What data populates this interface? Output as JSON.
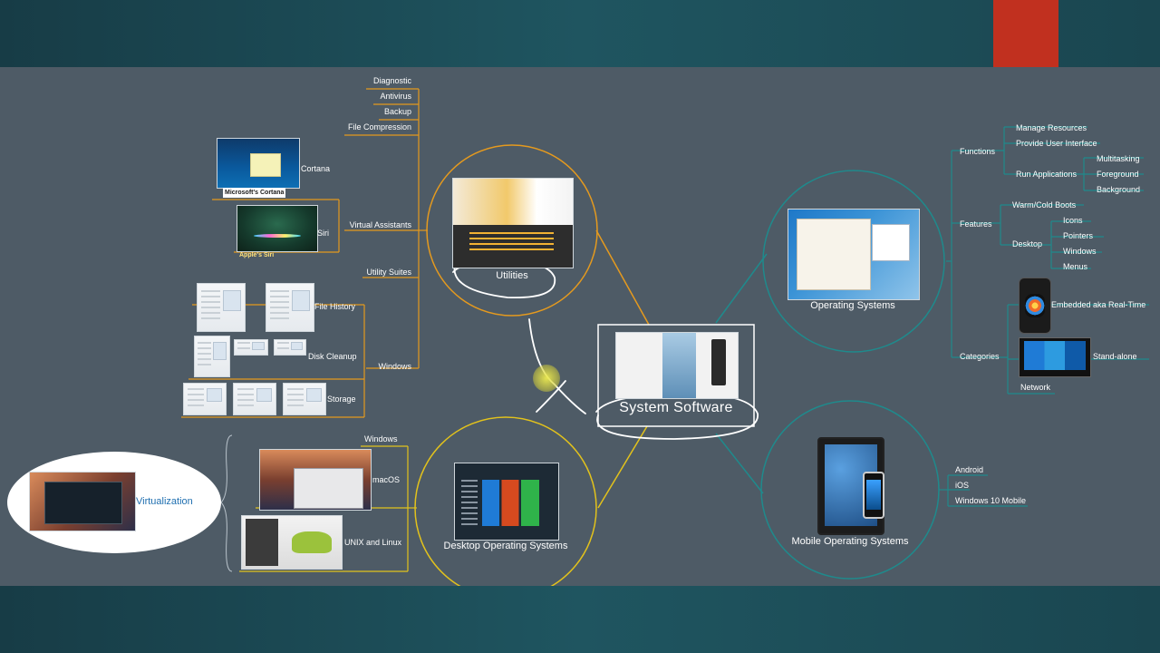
{
  "colors": {
    "background": "#4e5b66",
    "band": "#1b4650",
    "accent": "#c1301f",
    "utilities_branch": "#e59a1e",
    "os_branch": "#1f8a8c",
    "desktop_branch": "#e2c21c",
    "text": "#ffffff"
  },
  "central": {
    "label": "System Software"
  },
  "utilities": {
    "label": "Utilities",
    "children": {
      "diagnostic": "Diagnostic",
      "antivirus": "Antivirus",
      "backup": "Backup",
      "file_compression": "File Compression",
      "utility_suites": "Utility Suites",
      "virtual_assistants": {
        "label": "Virtual Assistants",
        "cortana": "Cortana",
        "cortana_caption": "Microsoft's Cortana",
        "siri": "Siri",
        "siri_caption": "Apple's Siri"
      },
      "windows": {
        "label": "Windows",
        "file_history": "File History",
        "disk_cleanup": "Disk Cleanup",
        "storage": "Storage"
      }
    }
  },
  "operating_systems": {
    "label": "Operating Systems",
    "functions": {
      "label": "Functions",
      "manage_resources": "Manage Resources",
      "provide_user_interface": "Provide User Interface",
      "run_applications": {
        "label": "Run Applications",
        "multitasking": "Multitasking",
        "foreground": "Foreground",
        "background": "Background"
      }
    },
    "features": {
      "label": "Features",
      "warm_cold_boots": "Warm/Cold Boots",
      "desktop": {
        "label": "Desktop",
        "icons": "Icons",
        "pointers": "Pointers",
        "windows": "Windows",
        "menus": "Menus"
      }
    },
    "categories": {
      "label": "Categories",
      "embedded": "Embedded aka Real-Time",
      "stand_alone": "Stand-alone",
      "network": "Network"
    }
  },
  "desktop_os": {
    "label": "Desktop Operating Systems",
    "windows": "Windows",
    "macos": "macOS",
    "unix_linux": "UNIX and Linux",
    "virtualization": "Virtualization"
  },
  "mobile_os": {
    "label": "Mobile Operating Systems",
    "android": "Android",
    "ios": "iOS",
    "windows_10_mobile": "Windows 10 Mobile"
  }
}
